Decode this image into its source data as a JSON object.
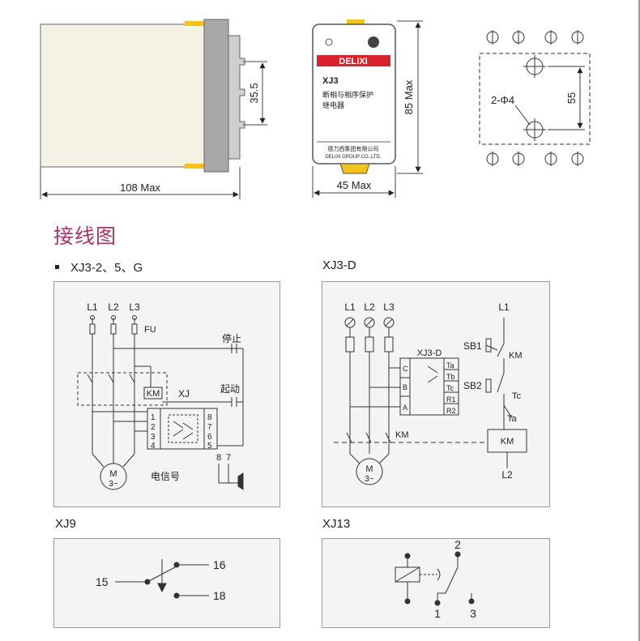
{
  "section_title": "接线图",
  "dimensions": {
    "width_108": "108 Max",
    "height_35": "35.5",
    "width_45": "45 Max",
    "height_85": "85 Max",
    "hole_spacing": "55",
    "hole_note": "2-Φ4"
  },
  "front_face": {
    "brand": "DELIXI",
    "model": "XJ3",
    "desc_line1": "断相与相序保护",
    "desc_line2": "继电器",
    "company_cn": "德力西集团有限公司",
    "company_en": "DELIXI GROUP CO.,LTD."
  },
  "diagrams": {
    "xj3_2": {
      "title": "XJ3-2、5、G",
      "L1": "L1",
      "L2": "L2",
      "L3": "L3",
      "fu": "FU",
      "stop": "停止",
      "start": "起动",
      "km": "KM",
      "xj": "XJ",
      "pins_left": [
        "1",
        "2",
        "3",
        "4"
      ],
      "pins_right": [
        "8",
        "7",
        "6",
        "5"
      ],
      "motor_m": "M",
      "motor_3": "3~",
      "signal": "电信号",
      "sig8": "8",
      "sig7": "7"
    },
    "xj3_d": {
      "title": "XJ3-D",
      "L1": "L1",
      "L2": "L2",
      "L3": "L3",
      "relay": "XJ3-D",
      "term_left": [
        "C",
        "B",
        "A"
      ],
      "term_right": [
        "Ta",
        "Tb",
        "Tc",
        "R1",
        "R2"
      ],
      "km": "KM",
      "motor_m": "M",
      "motor_3": "3~",
      "ctl_L1": "L1",
      "sb1": "SB1",
      "sb2": "SB2",
      "ctl_km": "KM",
      "tc": "Tc",
      "ta": "Ta",
      "coil": "KM",
      "ctl_L2": "L2"
    },
    "xj9": {
      "title": "XJ9",
      "p15": "15",
      "p16": "16",
      "p18": "18"
    },
    "xj13": {
      "title": "XJ13",
      "p1": "1",
      "p2": "2",
      "p3": "3"
    }
  }
}
